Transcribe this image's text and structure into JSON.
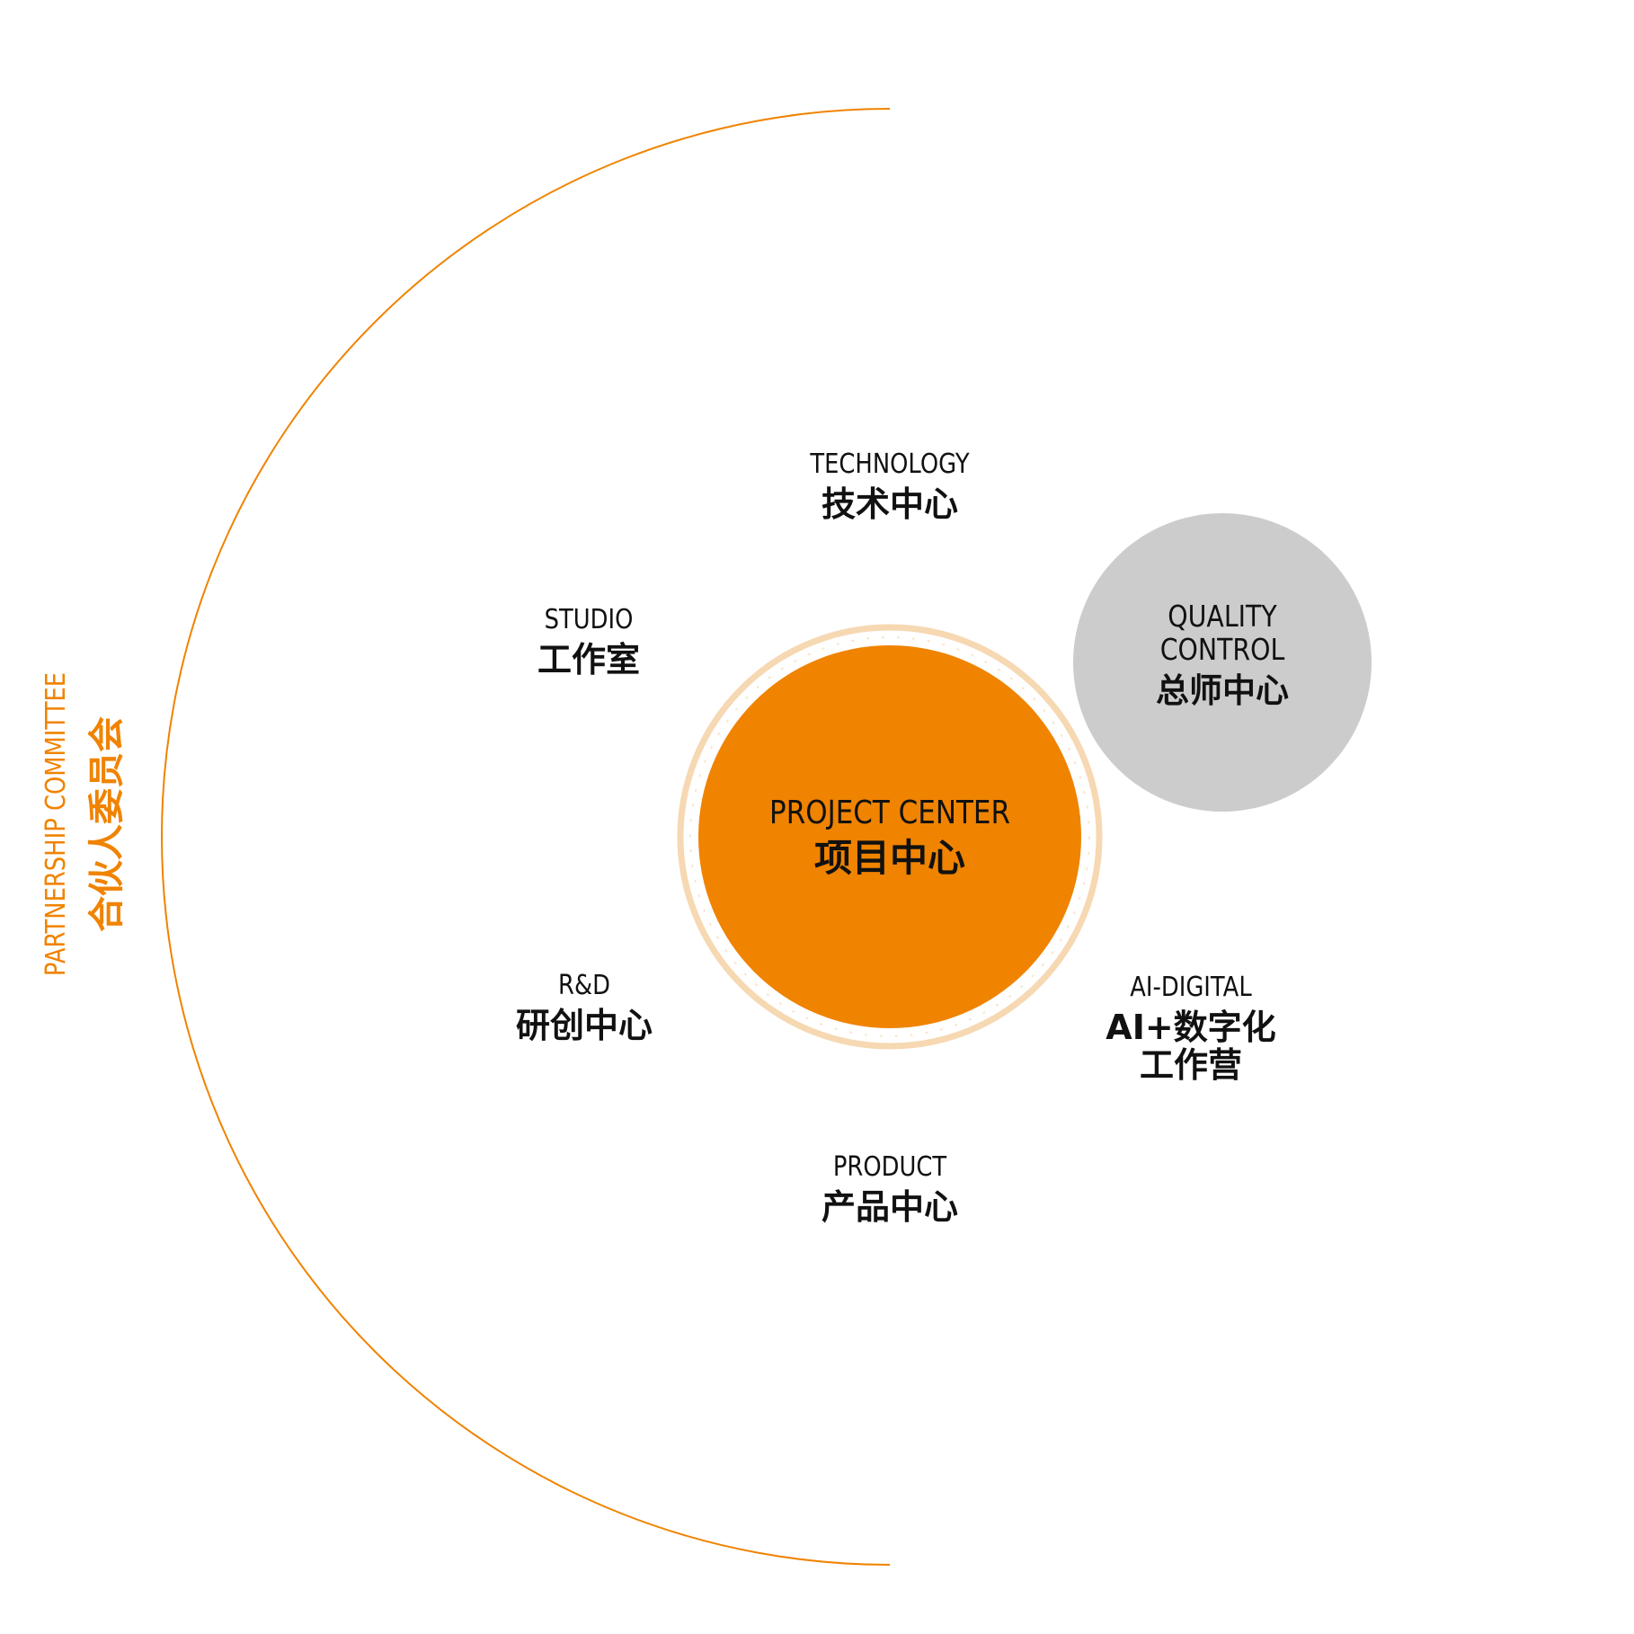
{
  "colors": {
    "accent": "#f08300",
    "ring": "#f6d8b2",
    "quality_fill": "#cccccc",
    "text": "#111111",
    "background": "#ffffff"
  },
  "committee": {
    "en": "PARTNERSHIP COMMITTEE",
    "zh": "合伙人委员会"
  },
  "center": {
    "en": "PROJECT CENTER",
    "zh": "项目中心"
  },
  "quality": {
    "en_line1": "QUALITY",
    "en_line2": "CONTROL",
    "zh": "总师中心"
  },
  "nodes": {
    "technology": {
      "en": "TECHNOLOGY",
      "zh": "技术中心"
    },
    "studio": {
      "en": "STUDIO",
      "zh": "工作室"
    },
    "rnd": {
      "en": "R&D",
      "zh": "研创中心"
    },
    "ai_digital": {
      "en": "AI-DIGITAL",
      "zh_line1": "AI+数字化",
      "zh_line2": "工作营"
    },
    "product": {
      "en": "PRODUCT",
      "zh": "产品中心"
    }
  }
}
